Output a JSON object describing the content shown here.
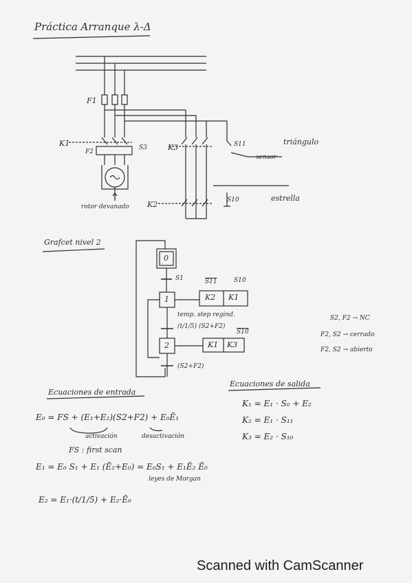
{
  "title": "Práctica Arranque λ-Δ",
  "circuit": {
    "fuse_label": "F1",
    "k1": "K1",
    "f2": "F2",
    "s3": "S3",
    "k3": "K3",
    "k2": "K2",
    "s11": "S11",
    "s10": "S10",
    "triangulo": "triángulo",
    "sensor": "sensor",
    "estrella": "estrella",
    "rotor": "rotor devanado"
  },
  "grafcet": {
    "title": "Grafcet nivel 2",
    "step0": "0",
    "step1": "1",
    "step2": "2",
    "t_s1": "S1",
    "a1_s11": "S11",
    "a1_k2": "K2",
    "a1_k1": "K1",
    "a1_s10": "S10",
    "note_above": "temp. step regind.",
    "t2": "(t/1/5) (S2+F2)",
    "t2_s10": "S10",
    "a2_k1": "K1",
    "a2_k3": "K3",
    "t3": "(S2+F2)"
  },
  "legend": {
    "l1": "S2, F2 → NC",
    "l2": "F2, S2 → cerrado",
    "l3": "F2, S2 → abierto"
  },
  "inputs": {
    "heading": "Ecuaciones de entrada",
    "e0": "E₀ = FS + (E₁+E₂)(S2+F2) + E₀Ē₁",
    "activacion": "activación",
    "desactivacion": "desactivación",
    "fs": "FS : first scan",
    "e1": "E₁ = E₀ S₁ + E₁ (Ē₂+E₀) = E₀S₁ + E₁Ē₂ Ē₀",
    "morgan": "leyes de Morgan",
    "e2": "E₂ = E₁·(t/1/5) + E₂·Ē₀"
  },
  "outputs": {
    "heading": "Ecuaciones de salida",
    "k1": "K₁ = E₁ · S₀ + E₂",
    "k2": "K₂ = E₁ · S₁₁",
    "k3": "K₃ = E₂ · S₁₀"
  },
  "footer": "Scanned with CamScanner"
}
